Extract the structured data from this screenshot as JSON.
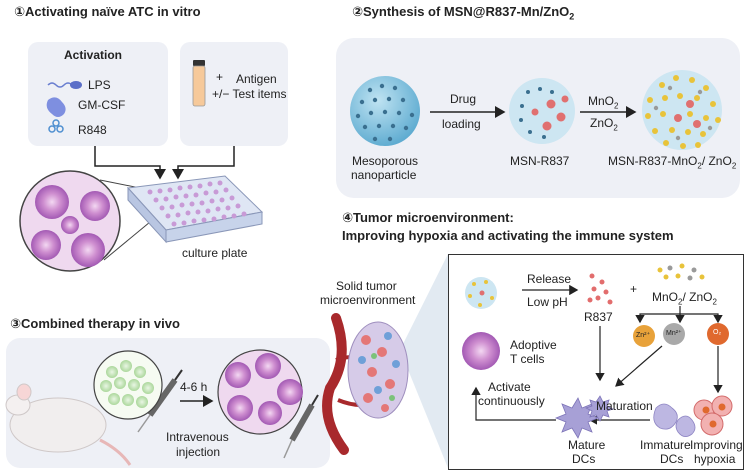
{
  "section1": {
    "title": "①Activating naïve ATC in vitro",
    "activation_heading": "Activation",
    "items": [
      "LPS",
      "GM-CSF",
      "R848"
    ],
    "antigen_plus": "+",
    "antigen_line1": "Antigen",
    "antigen_line2": "+/− Test items",
    "plate_label": "culture plate"
  },
  "section2": {
    "title": "②Synthesis of MSN@R837-Mn/ZnO",
    "title_sub": "2",
    "step1_line1": "Drug",
    "step1_line2": "loading",
    "step2_line1": "MnO",
    "step2_line1_sub": "2",
    "step2_line2": "ZnO",
    "step2_line2_sub": "2",
    "np1_line1": "Mesoporous",
    "np1_line2": "nanoparticle",
    "np2_label": "MSN-R837",
    "np3_label_a": "MSN-R837-MnO",
    "np3_label_sub1": "2",
    "np3_label_b": "/ ZnO",
    "np3_label_sub2": "2"
  },
  "section3": {
    "title": "③Combined therapy in vivo",
    "time": "4-6 h",
    "route_line1": "Intravenous",
    "route_line2": "injection"
  },
  "section4": {
    "title_line1": "④Tumor microenvironment:",
    "title_line2": "Improving hypoxia and activating the immune system",
    "tumor_line1": "Solid tumor",
    "tumor_line2": "microenvironment",
    "release_line1": "Release",
    "release_line2": "Low pH",
    "plus": "+",
    "r837": "R837",
    "mixture_a": "MnO",
    "mixture_sub1": "2",
    "mixture_b": "/ ZnO",
    "mixture_sub2": "2",
    "ion_zn": "Zn²⁺",
    "ion_mn": "Mn²⁺",
    "ion_o2": "O₂",
    "adoptive_line1": "Adoptive",
    "adoptive_line2": "T cells",
    "activate_line1": "Activate",
    "activate_line2": "continuously",
    "maturation": "Maturation",
    "mature_line1": "Mature",
    "mature_line2": "DCs",
    "immature_line1": "Immature",
    "immature_line2": "DCs",
    "improving_line1": "Improving",
    "improving_line2": "hypoxia"
  },
  "colors": {
    "panel_bg": "#eef0f6",
    "nanoparticle": "#6fb8d8",
    "pore": "#3a6f8f",
    "drug": "#e07070",
    "tcell": "#9a4fae",
    "zinc": "#e8a23a",
    "manganese": "#9a9a9a",
    "oxygen": "#e0692e",
    "dc": "#a7a0d6",
    "vessel": "#a8292c"
  }
}
